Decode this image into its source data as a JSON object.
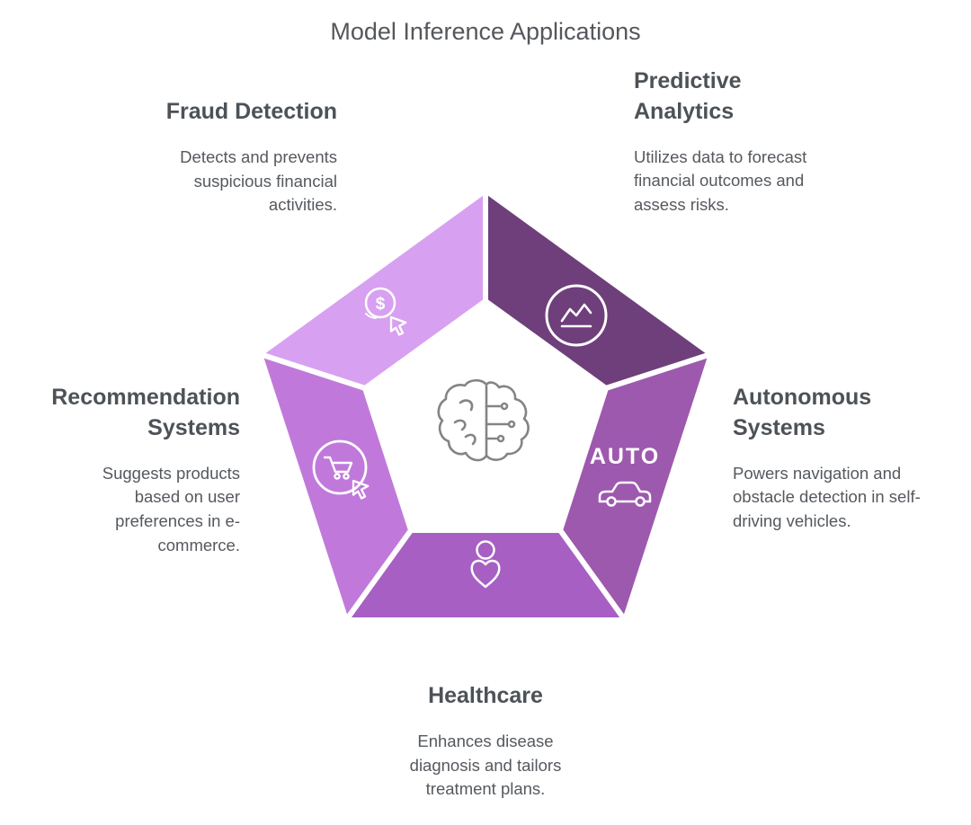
{
  "title": "Model Inference Applications",
  "center": {
    "icon": "brain-circuit-icon"
  },
  "colors": {
    "fraud": "#d8a0f1",
    "predictive": "#6e3f7b",
    "autonomous": "#9d59ae",
    "healthcare": "#a75fc3",
    "recommendation": "#c079da",
    "heading_text": "#4d5257",
    "body_text": "#55595e",
    "icon_stroke": "#ffffff",
    "brain_stroke": "#828487",
    "background": "#ffffff"
  },
  "items": [
    {
      "id": "fraud-detection",
      "title": "Fraud Detection",
      "description": "Detects and prevents suspicious financial activities.",
      "icon": "dollar-cursor-icon",
      "color": "#d8a0f1"
    },
    {
      "id": "predictive-analytics",
      "title": "Predictive Analytics",
      "description": "Utilizes data to forecast financial outcomes and assess risks.",
      "icon": "line-chart-icon",
      "color": "#6e3f7b"
    },
    {
      "id": "autonomous-systems",
      "title": "Autonomous Systems",
      "description": "Powers navigation and obstacle detection in self-driving vehicles.",
      "icon": "auto-car-icon",
      "icon_text": "AUTO",
      "color": "#9d59ae"
    },
    {
      "id": "healthcare",
      "title": "Healthcare",
      "description": "Enhances disease diagnosis and tailors treatment plans.",
      "icon": "person-heart-icon",
      "color": "#a75fc3"
    },
    {
      "id": "recommendation-systems",
      "title": "Recommendation Systems",
      "description": "Suggests products based on user preferences in e-commerce.",
      "icon": "cart-cursor-icon",
      "color": "#c079da"
    }
  ]
}
